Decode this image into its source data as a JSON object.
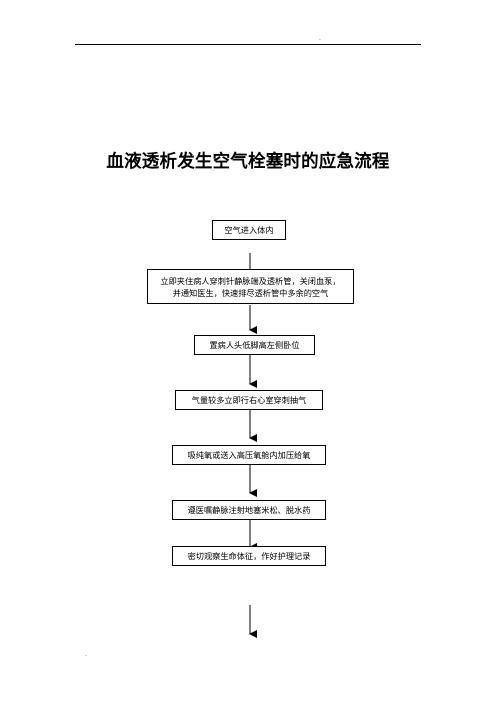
{
  "header": {
    "dot": "."
  },
  "title": "血液透析发生空气栓塞时的应急流程",
  "steps": [
    {
      "lines": [
        "空气进入体内"
      ]
    },
    {
      "lines": [
        "立即夹住病人穿刺针静脉端及透析管，关闭血泵，",
        "并通知医生，快速排尽透析管中多余的空气"
      ]
    },
    {
      "lines": [
        "置病人头低脚高左侧卧位"
      ]
    },
    {
      "lines": [
        "气量较多立即行右心室穿刺抽气"
      ]
    },
    {
      "lines": [
        "吸纯氧或送入高压氧舱内加压给氧"
      ]
    },
    {
      "lines": [
        "遵医嘱静脉注射地塞米松、脱水药"
      ]
    },
    {
      "lines": [
        "密切观察生命体征，作好护理记录"
      ]
    }
  ],
  "footer": {
    "dot": "."
  }
}
